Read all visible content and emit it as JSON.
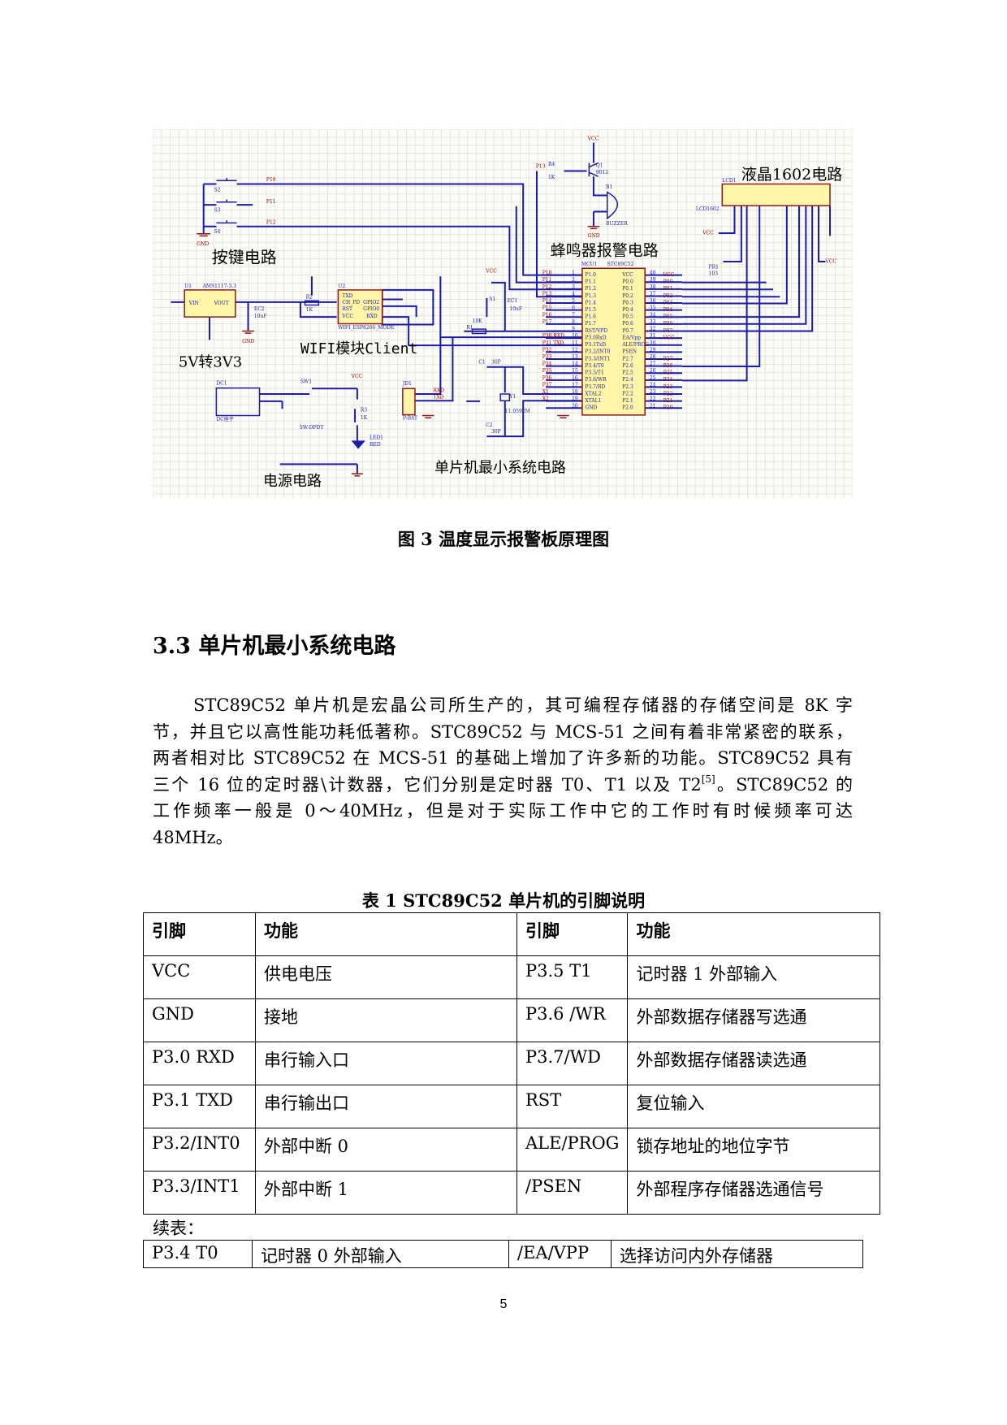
{
  "figure": {
    "caption": "图 3  温度显示报警板原理图",
    "section_labels": {
      "keys": "按键电路",
      "regulator": "5V转3V3",
      "wifi": "WIFI模块Client",
      "power": "电源电路",
      "mcu": "单片机最小系统电路",
      "buzzer": "蜂鸣器报警电路",
      "lcd": "液晶1602电路"
    },
    "parts": {
      "s2": "S2",
      "s3": "S3",
      "s4": "S4",
      "p10": "P10",
      "p11": "P11",
      "p12": "P12",
      "p13": "P13",
      "gnd": "GND",
      "vcc": "VCC",
      "u1": "U1",
      "u1_type": "AMS1117-3.3",
      "vin": "VIN",
      "vout": "VOUT",
      "ec2": "EC2",
      "ec2_val": "10uF",
      "u2": "U2",
      "u2_type": "WIFI_ESP8266_MODE",
      "txd": "TXD",
      "ch_pd": "CH_PD",
      "rst": "RST",
      "v33": "VCC",
      "gpio2": "GPIO2",
      "gpio0": "GPIO0",
      "rxd": "RXD",
      "r2": "R2",
      "r2_val": "1K",
      "r4": "R4",
      "r4_val": "1K",
      "q1": "Q1",
      "q1_type": "9012",
      "b1": "B1",
      "buzzer": "BUZZER",
      "lcd1": "LCD1",
      "lcd_type": "LCD1602",
      "pr1": "PR1",
      "pr1_val": "103",
      "mcu_ref": "MCU1",
      "mcu_type": "STC89C52",
      "ec1": "EC1",
      "ec1_val": "10uF",
      "s1": "S1",
      "r1": "R1",
      "r1_val": "10K",
      "c1": "C1",
      "c1_val": "30P",
      "c2": "C2",
      "c2_val": "30P",
      "y1": "Y1",
      "y1_val": "11.0592M",
      "jd1": "JD1",
      "pbat": "P-BAT",
      "rxd_net": "RXD",
      "txd_net": "TXD",
      "dc1": "DC1",
      "dcjack": "DC座子",
      "sw1": "SW1",
      "sw_type": "SW-DPDT",
      "r3": "R3",
      "r3_val": "1K",
      "led": "LED1",
      "led_color": "RED"
    },
    "mcu_left_pins": [
      "P1.0",
      "P1.1",
      "P1.2",
      "P1.3",
      "P1.4",
      "P1.5",
      "P1.6",
      "P1.7",
      "RST/VPD",
      "P3.0RxD",
      "P3.1TxD",
      "P3.2/INT0",
      "P3.3/INT1",
      "P3.4/T0",
      "P3.5/T1",
      "P3.6/WR",
      "P3.7/RD",
      "XTAL2",
      "XTAL1",
      "GND"
    ],
    "mcu_left_nets": [
      "P10",
      "P11",
      "P12",
      "P13",
      "P14",
      "P15",
      "P16",
      "P17",
      "",
      "P30 RXD",
      "P31 TXD",
      "P32",
      "P33",
      "P34",
      "P35",
      "P36",
      "P37",
      "X1",
      "X2",
      ""
    ],
    "mcu_right_pins": [
      "VCC",
      "P0.0",
      "P0.1",
      "P0.2",
      "P0.3",
      "P0.4",
      "P0.5",
      "P0.6",
      "P0.7",
      "EA/Vpp",
      "ALE/PROG",
      "PSEN",
      "P2.7",
      "P2.6",
      "P2.5",
      "P2.4",
      "P2.3",
      "P2.2",
      "P2.1",
      "P2.0"
    ],
    "mcu_right_nets": [
      "VCC",
      "P00",
      "P01",
      "P02",
      "P03",
      "P04",
      "P05",
      "P06",
      "P07",
      "VCC",
      "",
      "",
      "P27",
      "P26",
      "P25",
      "P24",
      "P23",
      "P22",
      "P21",
      "P20"
    ],
    "colors": {
      "wire": "#1c1ca8",
      "net": "#a00000",
      "part_fill": "#fff6a8",
      "part_stroke": "#8b1a1a",
      "grid": "#e4e4e0"
    }
  },
  "section": {
    "heading": "3.3  单片机最小系统电路",
    "lines": [
      "STC89C52 单片机是宏晶公司所生产的，其可编程存储器的存储空间是 8K 字",
      "节，并且它以高性能功耗低著称。STC89C52 与 MCS-51 之间有着非常紧密的联系，",
      "两者相对比 STC89C52 在 MCS-51 的基础上增加了许多新的功能。STC89C52 具有"
    ],
    "line4_pre": "三个 16 位的定时器\\计数器，它们分别是定时器 T0、T1 以及 T2",
    "line4_ref": "[5]",
    "line4_post": "。STC89C52 的",
    "line5": "工作频率一般是 0～40MHz，但是对于实际工作中它的工作时有时候频率可达",
    "line6": "48MHz。"
  },
  "table": {
    "caption": "表 1  STC89C52 单片机的引脚说明",
    "headers": [
      "引脚",
      "功能",
      "引脚",
      "功能"
    ],
    "rows": [
      [
        "VCC",
        "供电电压",
        "P3.5  T1",
        "记时器 1 外部输入"
      ],
      [
        "GND",
        "接地",
        "P3.6  /WR",
        "外部数据存储器写选通"
      ],
      [
        "P3.0  RXD",
        "串行输入口",
        "P3.7/WD",
        "外部数据存储器读选通"
      ],
      [
        "P3.1  TXD",
        "串行输出口",
        "RST",
        "复位输入"
      ],
      [
        "P3.2/INT0",
        "外部中断 0",
        "ALE/PROG",
        "锁存地址的地位字节"
      ],
      [
        "P3.3/INT1",
        "外部中断 1",
        "/PSEN",
        "外部程序存储器选通信号"
      ]
    ],
    "continued_label": "续表：",
    "continued_row": [
      "P3.4  T0",
      "记时器 0 外部输入",
      "/EA/VPP",
      "选择访问内外存储器"
    ]
  },
  "page_number": "5"
}
